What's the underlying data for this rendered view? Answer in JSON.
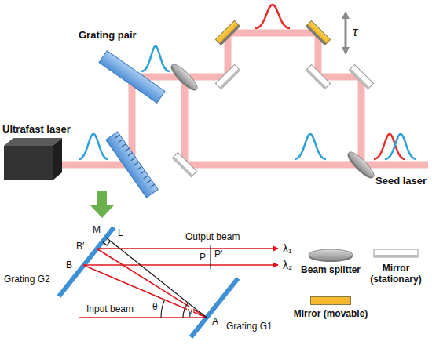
{
  "diagram": {
    "labels": [
      "Grating pair",
      "Ultrafast laser",
      "τ",
      "Seed laser",
      "M",
      "B′",
      "B",
      "L",
      "Output beam",
      "P′",
      "P",
      "λ₁",
      "λ₂",
      "Grating G2",
      "Input beam",
      "θ",
      "γ",
      "Grating G1",
      "A"
    ],
    "legend": [
      {
        "text": "Beam splitter"
      },
      {
        "text": "Mirror (stationary)"
      },
      {
        "text": "Mirror (movable)",
        "color": "#f5b82e"
      }
    ]
  }
}
